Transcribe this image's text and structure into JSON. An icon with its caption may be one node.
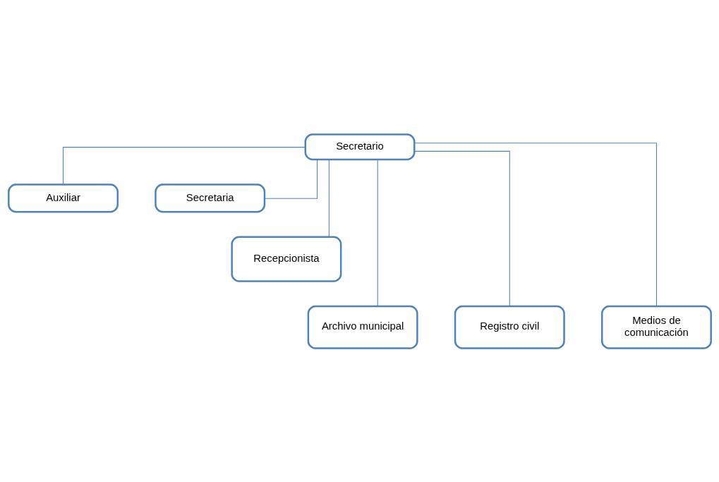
{
  "diagram": {
    "nodes": [
      {
        "text": [
          "Secretario"
        ]
      },
      {
        "text": [
          "Auxiliar"
        ]
      },
      {
        "text": [
          "Secretaria"
        ]
      },
      {
        "text": [
          "Recepcionista"
        ]
      },
      {
        "text": [
          "Archivo municipal"
        ]
      },
      {
        "text": [
          "Registro civil"
        ]
      },
      {
        "text": [
          "Medios de comunicación"
        ]
      }
    ],
    "edges": [
      {
        "from": 0,
        "to": 1,
        "arrow": "none"
      },
      {
        "from": 0,
        "to": 2,
        "arrow": "none"
      },
      {
        "from": 0,
        "to": 3,
        "arrow": "none"
      },
      {
        "from": 0,
        "to": 4,
        "arrow": "none"
      },
      {
        "from": 0,
        "to": 5,
        "arrow": "none"
      },
      {
        "from": 0,
        "to": 6,
        "arrow": "none"
      }
    ]
  }
}
